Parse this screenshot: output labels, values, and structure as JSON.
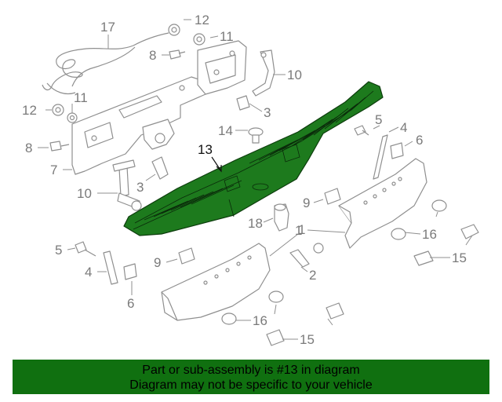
{
  "diagram": {
    "highlight_color": "#1d7a1d",
    "callouts": [
      {
        "id": "c17",
        "label": "17"
      },
      {
        "id": "c12a",
        "label": "12"
      },
      {
        "id": "c11a",
        "label": "11"
      },
      {
        "id": "c8a",
        "label": "8"
      },
      {
        "id": "c10a",
        "label": "10"
      },
      {
        "id": "c12b",
        "label": "12"
      },
      {
        "id": "c11b",
        "label": "11"
      },
      {
        "id": "c3a",
        "label": "3"
      },
      {
        "id": "c14",
        "label": "14"
      },
      {
        "id": "c8b",
        "label": "8"
      },
      {
        "id": "c13",
        "label": "13"
      },
      {
        "id": "c5a",
        "label": "5"
      },
      {
        "id": "c4a",
        "label": "4"
      },
      {
        "id": "c6a",
        "label": "6"
      },
      {
        "id": "c7",
        "label": "7"
      },
      {
        "id": "c10b",
        "label": "10"
      },
      {
        "id": "c3b",
        "label": "3"
      },
      {
        "id": "c9a",
        "label": "9"
      },
      {
        "id": "c18",
        "label": "18"
      },
      {
        "id": "c1a",
        "label": "1"
      },
      {
        "id": "c16a",
        "label": "16"
      },
      {
        "id": "c5b",
        "label": "5"
      },
      {
        "id": "c1b",
        "label": "1"
      },
      {
        "id": "c15a",
        "label": "15"
      },
      {
        "id": "c9b",
        "label": "9"
      },
      {
        "id": "c2",
        "label": "2"
      },
      {
        "id": "c4b",
        "label": "4"
      },
      {
        "id": "c6b",
        "label": "6"
      },
      {
        "id": "c16b",
        "label": "16"
      },
      {
        "id": "c15b",
        "label": "15"
      }
    ]
  },
  "caption": {
    "background": "#107010",
    "line1": "Part or sub-assembly is #13 in diagram",
    "line2": "Diagram may not be specific to your vehicle"
  }
}
